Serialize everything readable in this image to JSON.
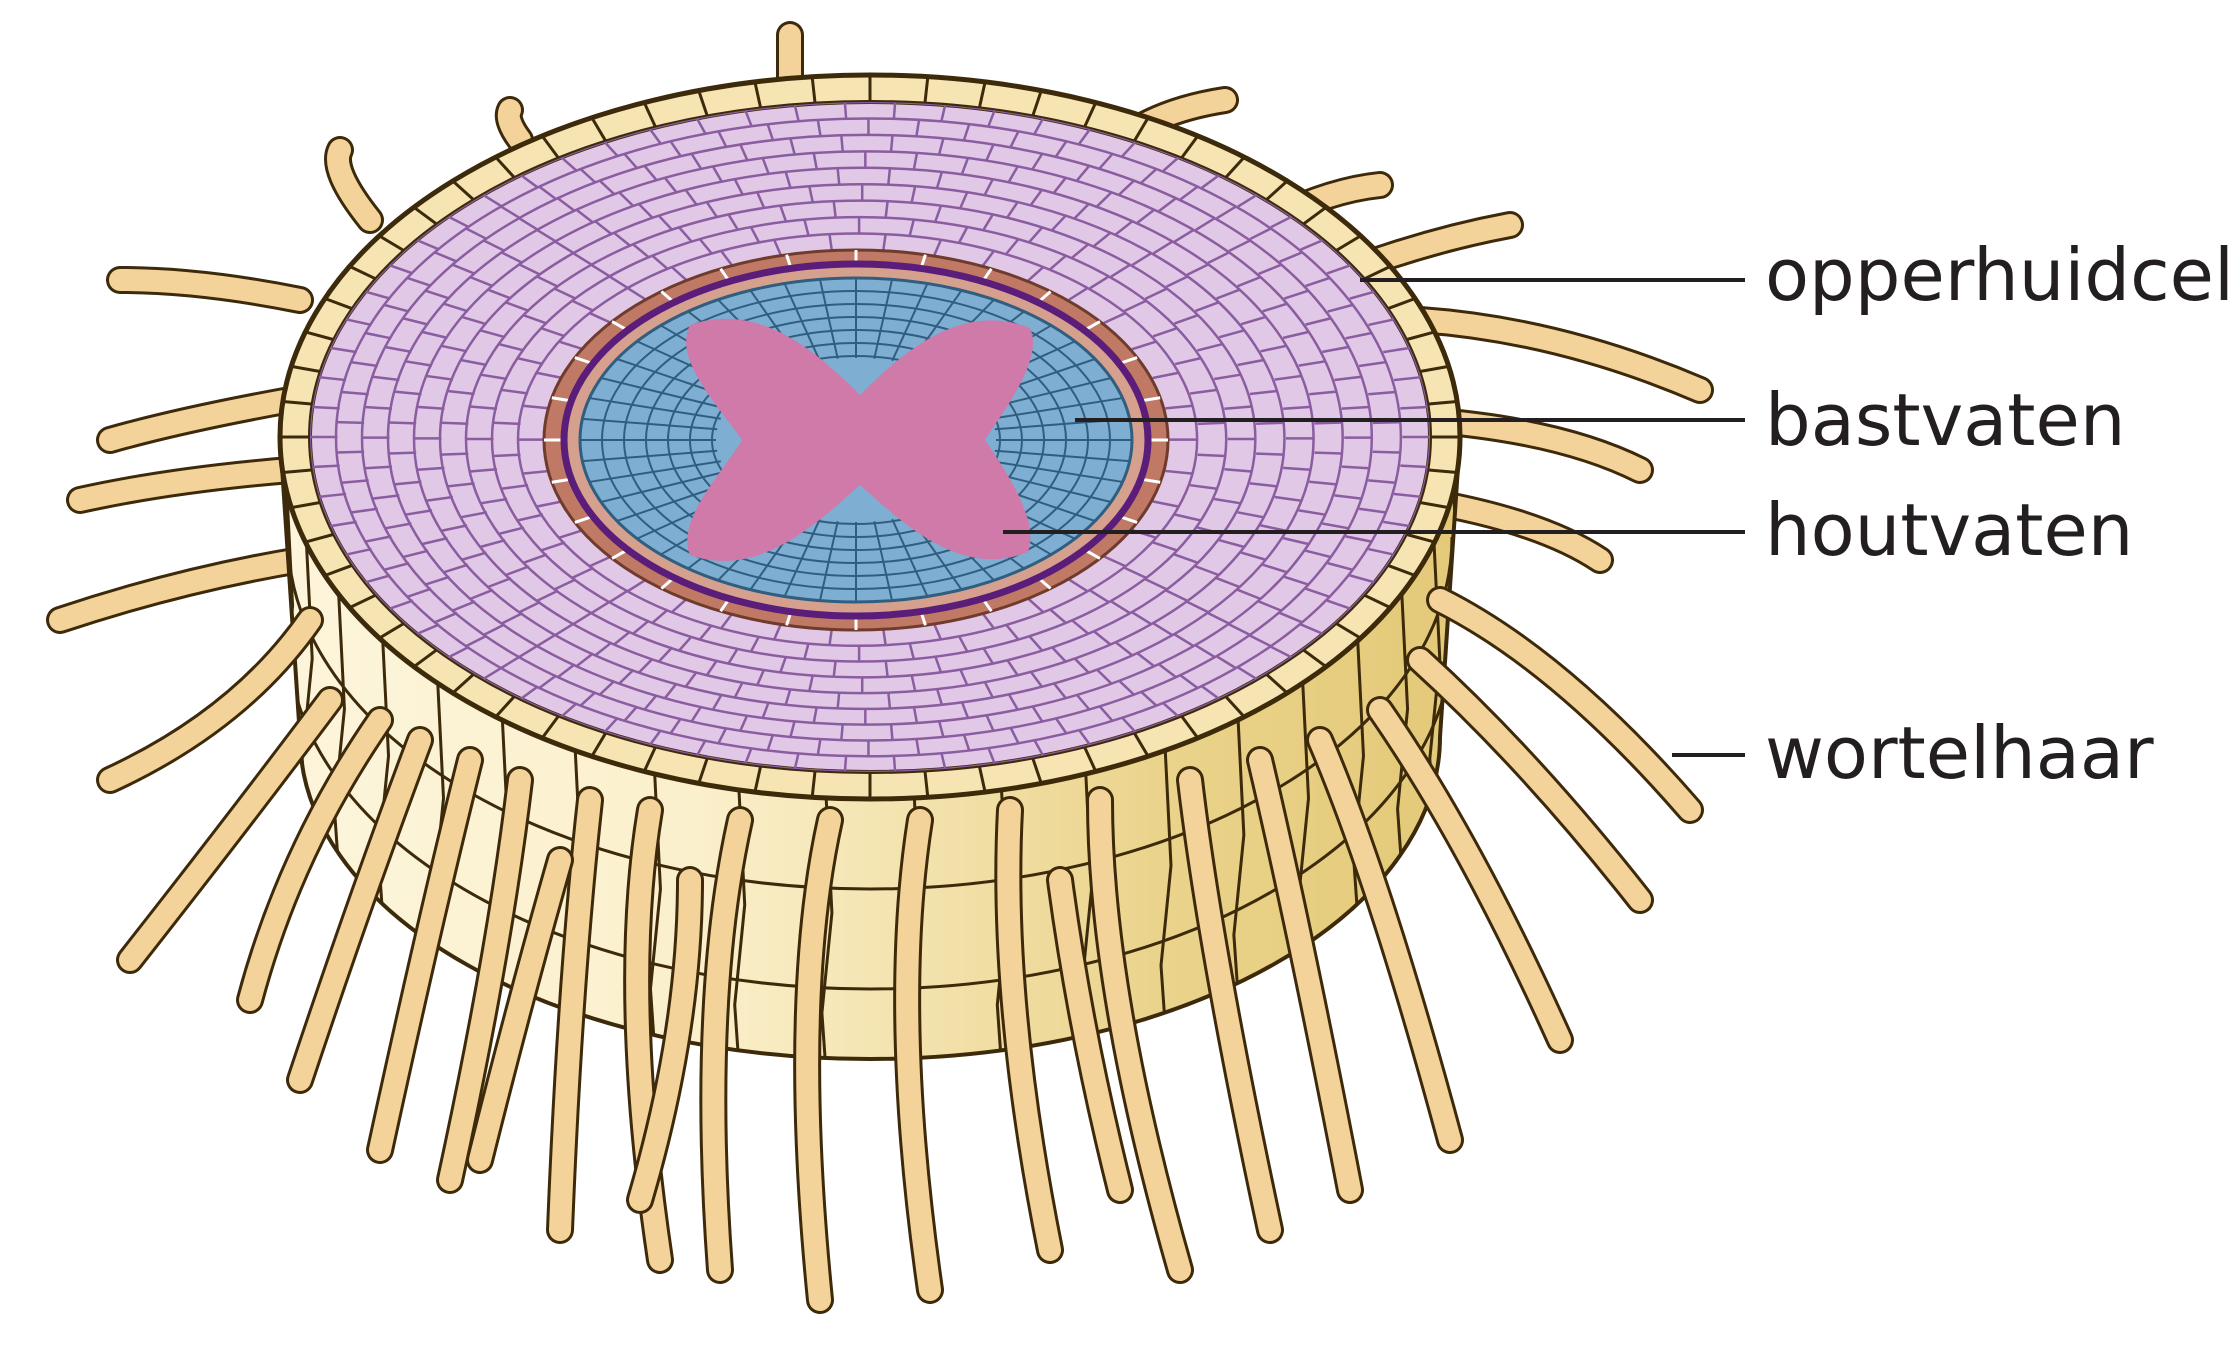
{
  "labels": {
    "epidermis_cell": "opperhuidcel",
    "phloem": "bastvaten",
    "xylem": "houtvaten",
    "root_hair": "wortelhaar"
  },
  "colors": {
    "root_hair": "#f4d39b",
    "root_hair_outline": "#3d2a0a",
    "cortex_top": "#e1c8e6",
    "cortex_cell_line": "#8a5ca0",
    "epidermis_top": "#f6e5b2",
    "side_wall_light": "#fcf1cf",
    "side_wall_dark": "#e7d084",
    "endodermis": "#c07965",
    "pericycle_line": "#5a1d7a",
    "phloem": "#7eaed1",
    "xylem": "#cf7aa8"
  }
}
